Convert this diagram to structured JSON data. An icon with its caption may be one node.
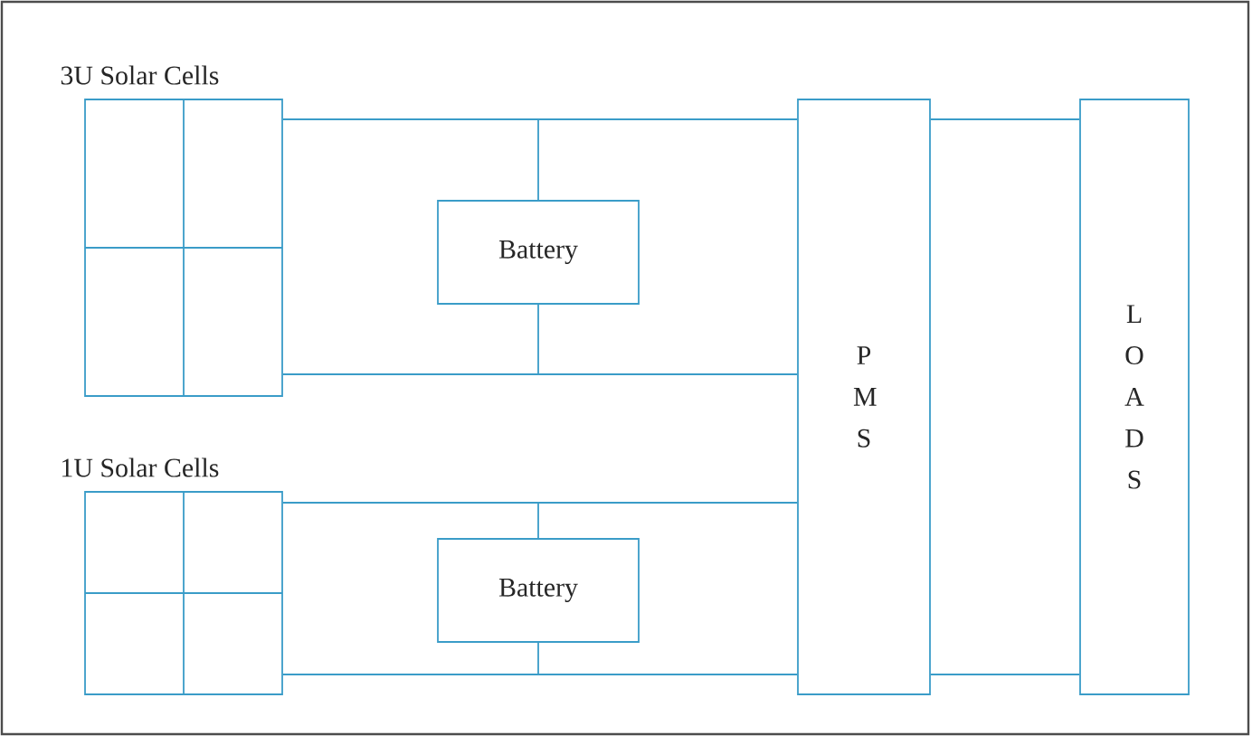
{
  "diagram": {
    "nodes": [
      {
        "text": [
          "3U Solar Cells"
        ]
      },
      {
        "text": [
          "Battery"
        ]
      },
      {
        "text": [
          "1U Solar Cells"
        ]
      },
      {
        "text": [
          "Battery"
        ]
      },
      {
        "text": [
          "P M S"
        ]
      },
      {
        "text": [
          "L O A D S"
        ]
      }
    ],
    "edges": [
      {
        "from": 0,
        "to": 4,
        "arrow": "none"
      },
      {
        "from": 1,
        "to": 4,
        "arrow": "none"
      },
      {
        "from": 1,
        "to": 4,
        "arrow": "none"
      },
      {
        "from": 0,
        "to": 4,
        "arrow": "none"
      },
      {
        "from": 2,
        "to": 4,
        "arrow": "none"
      },
      {
        "from": 3,
        "to": 4,
        "arrow": "none"
      },
      {
        "from": 3,
        "to": 4,
        "arrow": "none"
      },
      {
        "from": 2,
        "to": 4,
        "arrow": "none"
      },
      {
        "from": 4,
        "to": 5,
        "arrow": "none"
      },
      {
        "from": 4,
        "to": 5,
        "arrow": "none"
      }
    ]
  }
}
